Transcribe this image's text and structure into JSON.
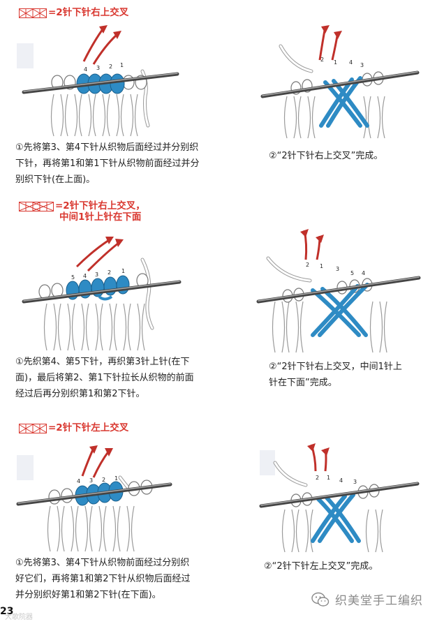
{
  "sections": [
    {
      "title_lines": [
        "=2针下针右上交叉"
      ],
      "left_caption_lines": [
        "①先将第3、第4下针从织物后面经过并分别织",
        "下针，再将第1和第1下针从织物前面经过并分",
        "别织下针(在上面)。"
      ],
      "right_caption_lines": [
        "②“2针下针右上交叉”完成。"
      ],
      "left_labels": [
        "4",
        "3",
        "2",
        "1"
      ],
      "right_labels": [
        "2",
        "1",
        "4",
        "3"
      ]
    },
    {
      "title_lines": [
        "=2针下针右上交叉，",
        "中间1针上针在下面"
      ],
      "left_caption_lines": [
        "①先织第4、第5下针，再织第3针上针(在下",
        "面)，最后将第2、第1下针拉长从织物的前面",
        "经过后再分别织第1和第2下针。"
      ],
      "right_caption_lines": [
        "②“2针下针右上交叉，中间1针上",
        "针在下面”完成。"
      ],
      "left_labels": [
        "5",
        "4",
        "3",
        "2",
        "1"
      ],
      "right_labels": [
        "2",
        "1",
        "3",
        "5",
        "4"
      ]
    },
    {
      "title_lines": [
        "=2针下针左上交叉"
      ],
      "left_caption_lines": [
        "①先将第3、第4下针从织物前面经过分别织",
        "好它们，再将第1和第2下针从织物后面经过",
        "并分别织好第1和第2下针(在下面)。"
      ],
      "right_caption_lines": [
        "②“2针下针左上交叉”完成。"
      ],
      "left_labels": [
        "4",
        "3",
        "2",
        "1"
      ],
      "right_labels": [
        "2",
        "1",
        "4",
        "3"
      ]
    }
  ],
  "page_number": "23",
  "watermark": "大歌院器",
  "brand": "织美堂手工编织",
  "colors": {
    "accent": "#d9372f",
    "stitch_blue": "#2e8bc4",
    "needle": "#444444",
    "fabric_line": "#9a9a9a"
  }
}
